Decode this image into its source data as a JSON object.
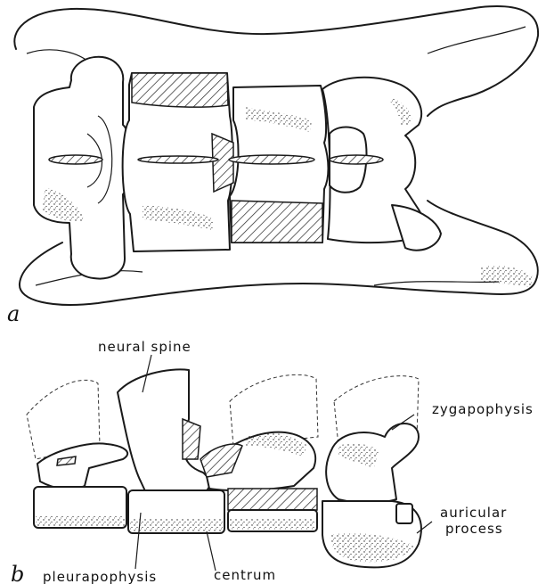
{
  "panels": {
    "a": "a",
    "b": "b"
  },
  "labels": {
    "neural_spine": "neural spine",
    "zygapophysis": "zygapophysis",
    "auricular_line1": "auricular",
    "auricular_line2": "process",
    "pleurapophysis": "pleurapophysis",
    "centrum": "centrum"
  }
}
